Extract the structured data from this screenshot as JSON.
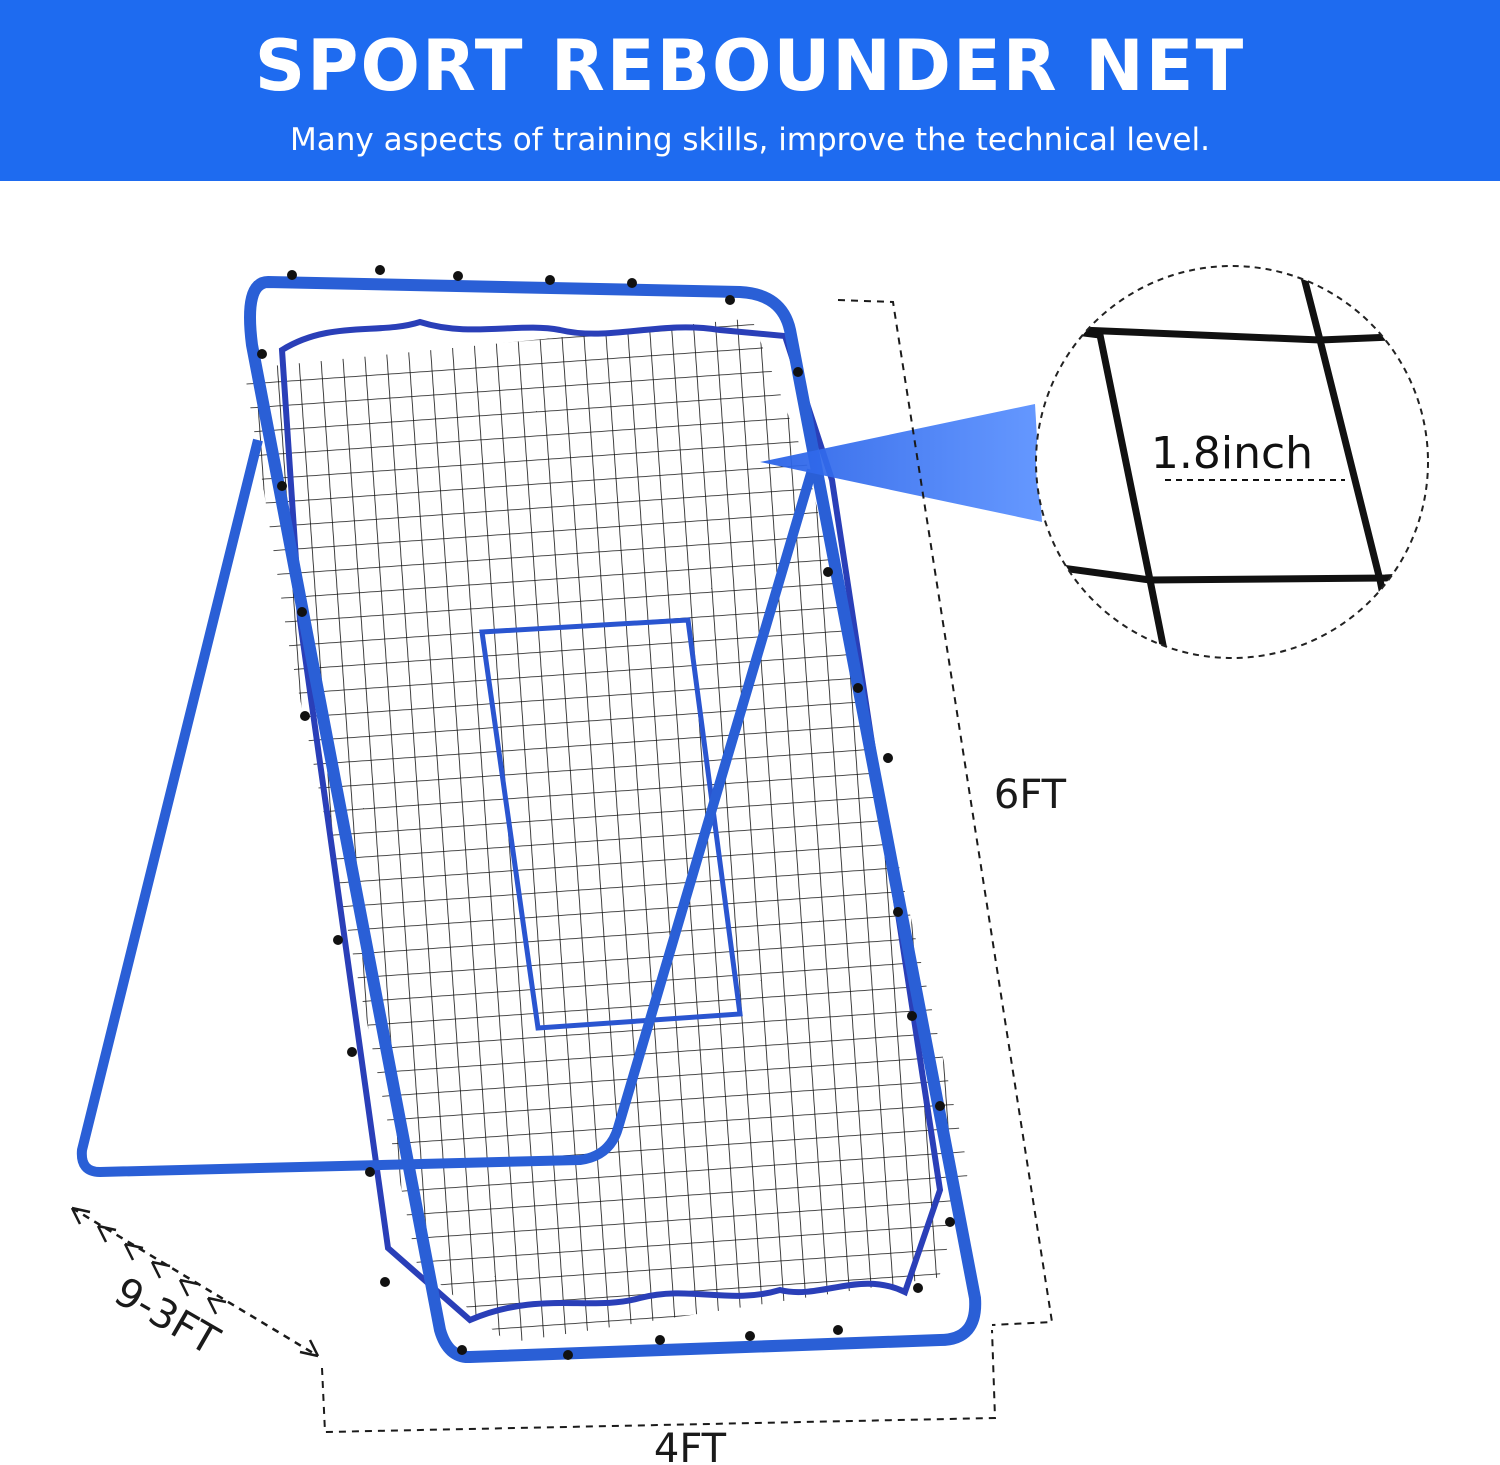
{
  "banner": {
    "title": "SPORT REBOUNDER NET",
    "subtitle": "Many aspects of training skills, improve the technical level."
  },
  "dimensions": {
    "height": "6FT",
    "width": "4FT",
    "depth": "9-3FT",
    "mesh": "1.8inch"
  },
  "colors": {
    "banner": "#1e6bf0",
    "frame": "#2a5fd6",
    "net": "#111111"
  }
}
